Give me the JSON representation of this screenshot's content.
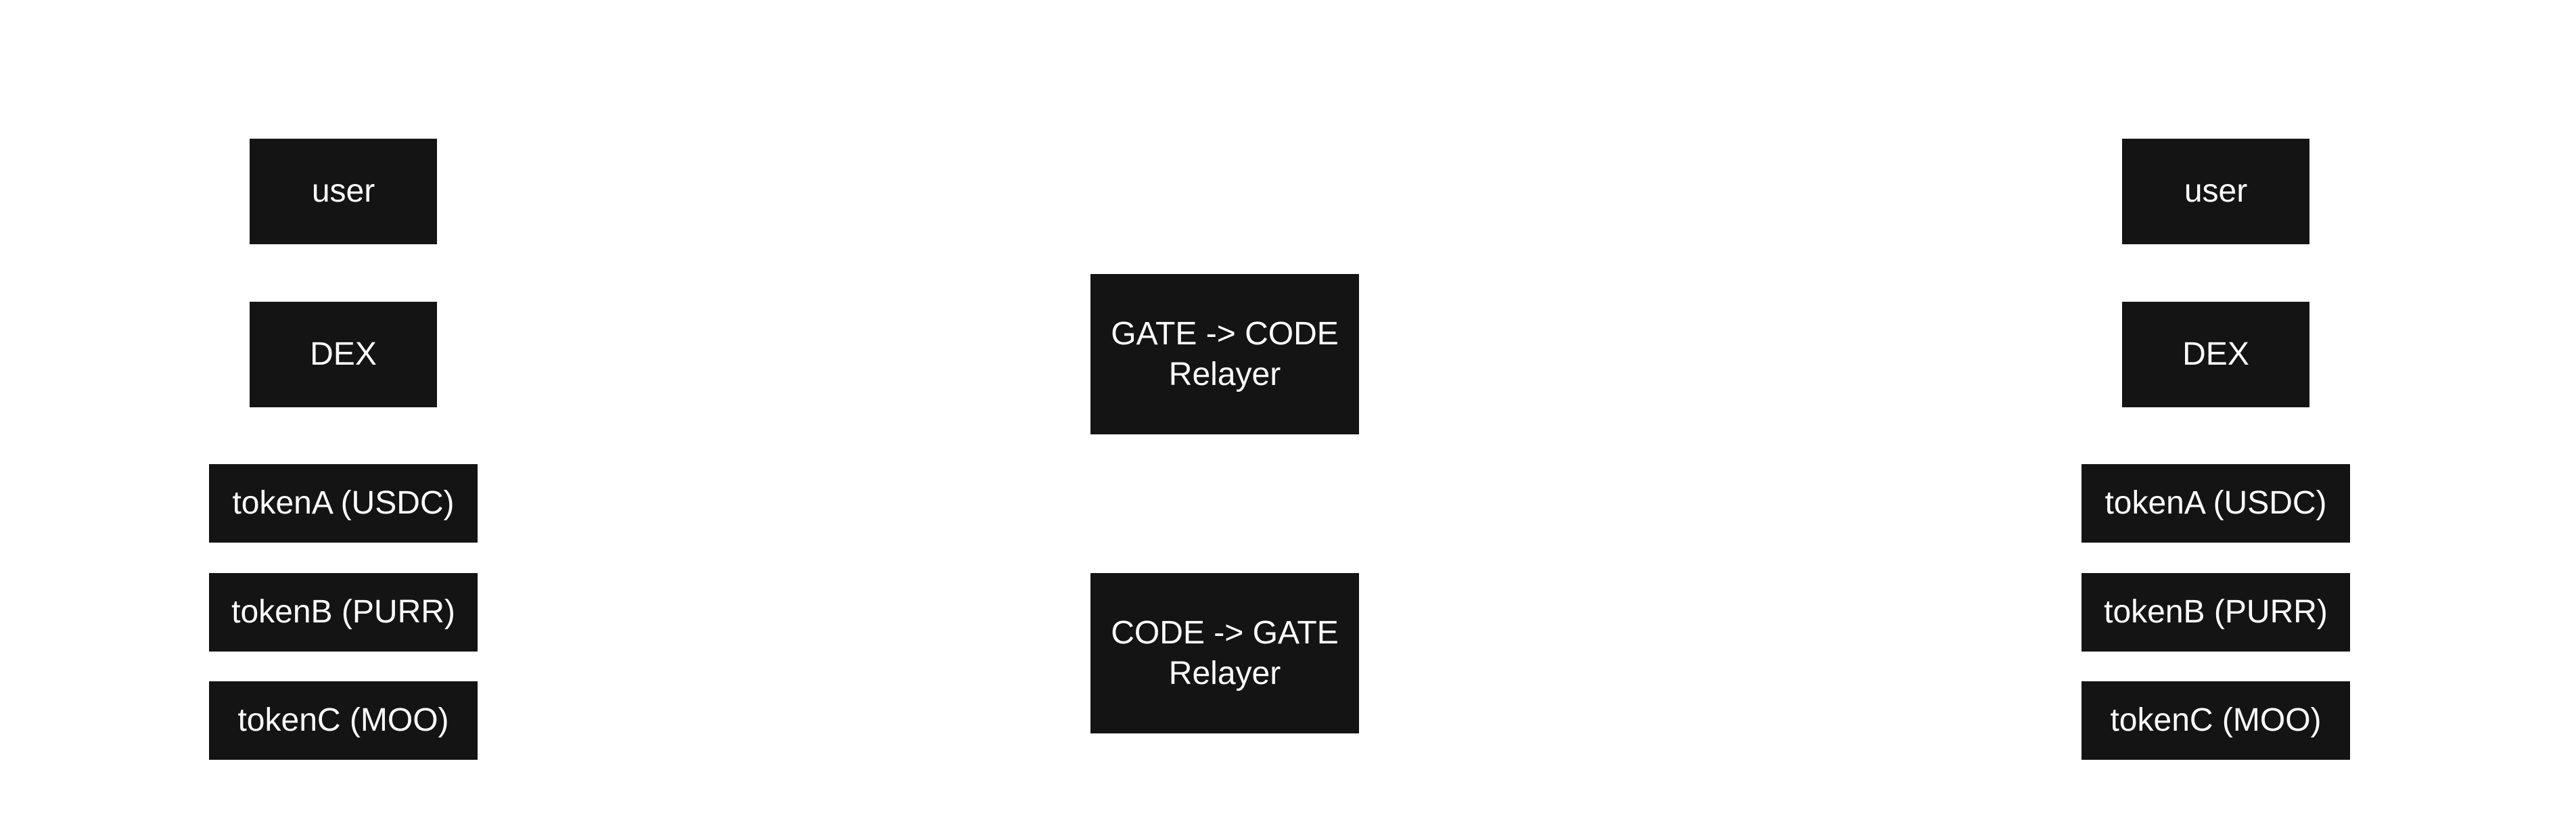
{
  "left_chain": {
    "user": "user",
    "dex": "DEX",
    "token_a": "tokenA (USDC)",
    "token_b": "tokenB (PURR)",
    "token_c": "tokenC (MOO)"
  },
  "relayers": {
    "gate_to_code": "GATE -> CODE\nRelayer",
    "code_to_gate": "CODE -> GATE\nRelayer"
  },
  "right_chain": {
    "user": "user",
    "dex": "DEX",
    "token_a": "tokenA (USDC)",
    "token_b": "tokenB (PURR)",
    "token_c": "tokenC (MOO)"
  },
  "colors": {
    "node_fill": "#141414",
    "node_text": "#ffffff",
    "background": "#ffffff"
  }
}
